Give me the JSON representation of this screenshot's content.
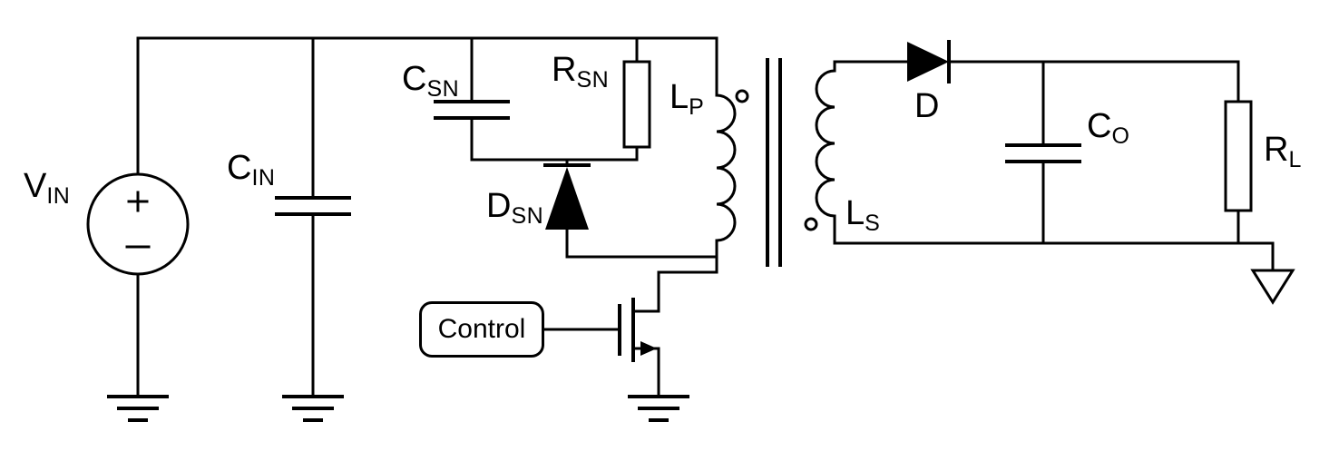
{
  "diagram": {
    "kind": "circuit-schematic",
    "topic": "flyback-converter-with-rcd-snubber",
    "colors": {
      "line": "#000000",
      "background": "#ffffff"
    },
    "labels": {
      "vin": {
        "base": "V",
        "sub": "IN"
      },
      "cin": {
        "base": "C",
        "sub": "IN"
      },
      "csn": {
        "base": "C",
        "sub": "SN"
      },
      "rsn": {
        "base": "R",
        "sub": "SN"
      },
      "dsn": {
        "base": "D",
        "sub": "SN"
      },
      "lp": {
        "base": "L",
        "sub": "P"
      },
      "ls": {
        "base": "L",
        "sub": "S"
      },
      "d": {
        "base": "D",
        "sub": ""
      },
      "co": {
        "base": "C",
        "sub": "O"
      },
      "rl": {
        "base": "R",
        "sub": "L"
      },
      "control": "Control"
    }
  }
}
